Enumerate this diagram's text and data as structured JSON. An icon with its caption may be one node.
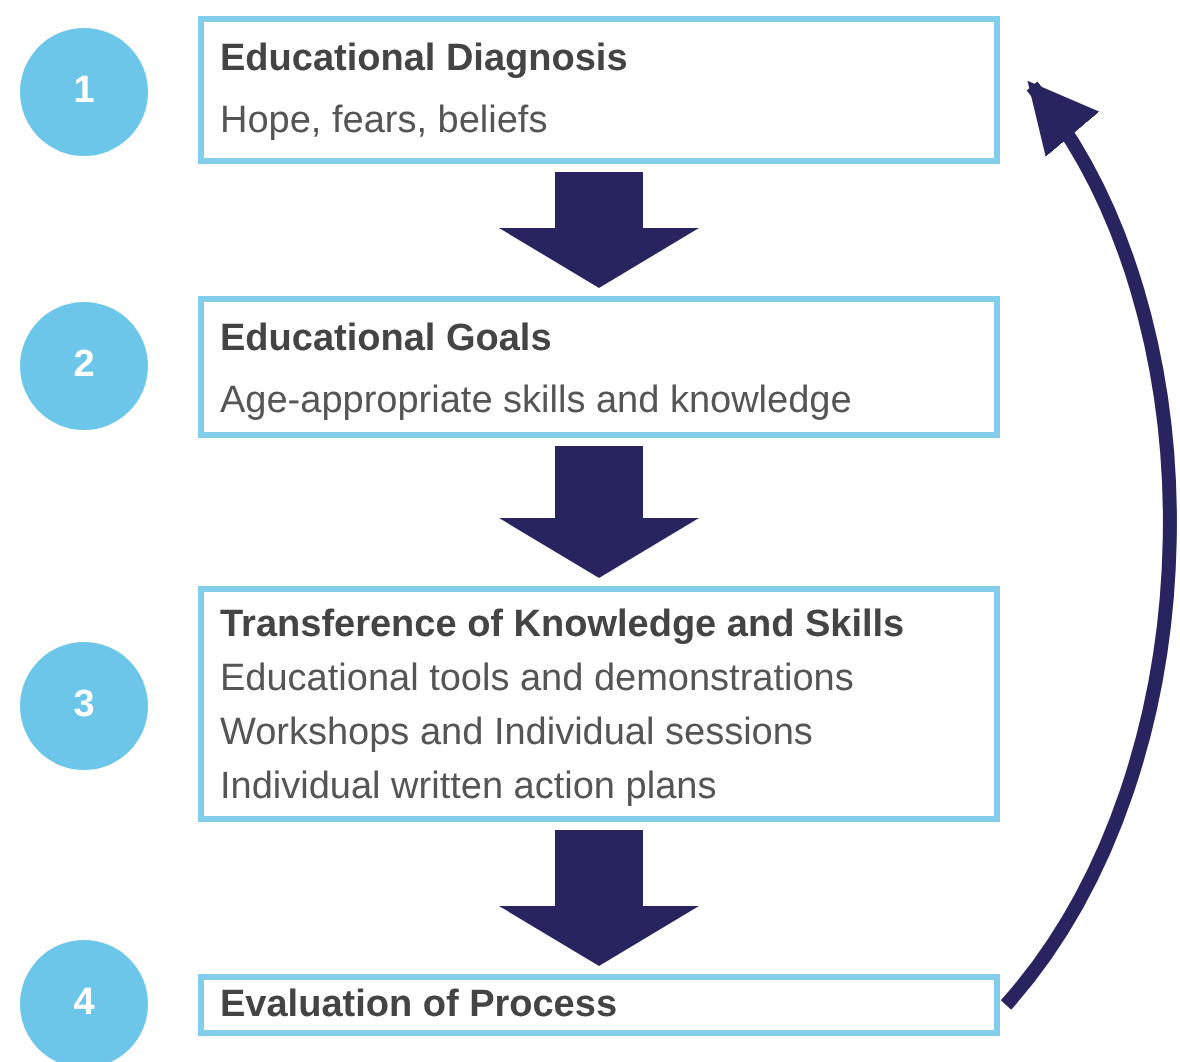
{
  "diagram": {
    "nodes": [
      {
        "text": [
          "1"
        ]
      },
      {
        "text": [
          "Educational Diagnosis",
          "Hope, fears, beliefs"
        ]
      },
      {
        "text": [
          "2"
        ]
      },
      {
        "text": [
          "Educational Goals",
          "Age-appropriate skills and knowledge"
        ]
      },
      {
        "text": [
          "3"
        ]
      },
      {
        "text": [
          "Transference of Knowledge and Skills",
          "Educational tools and demonstrations",
          "Workshops and Individual sessions",
          "Individual written action plans"
        ]
      },
      {
        "text": [
          "4"
        ]
      },
      {
        "text": [
          "Evaluation of Process"
        ]
      }
    ],
    "edges": [
      {
        "from": 1,
        "to": 3,
        "arrow": "to",
        "style": "thick"
      },
      {
        "from": 3,
        "to": 5,
        "arrow": "to",
        "style": "thick"
      },
      {
        "from": 5,
        "to": 7,
        "arrow": "to",
        "style": "thick"
      },
      {
        "from": 7,
        "to": 1,
        "arrow": "to"
      }
    ]
  }
}
